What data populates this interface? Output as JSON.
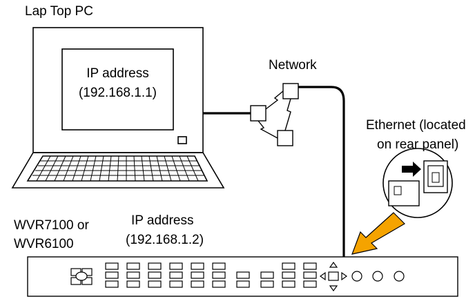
{
  "laptop": {
    "title": "Lap Top PC",
    "ip_label": "IP address",
    "ip_value": "(192.168.1.1)"
  },
  "network": {
    "label": "Network"
  },
  "ethernet": {
    "label_line1": "Ethernet (located",
    "label_line2": "on rear panel)"
  },
  "instrument": {
    "model_line1": "WVR7100 or",
    "model_line2": "WVR6100",
    "ip_label": "IP address",
    "ip_value": "(192.168.1.2)"
  },
  "colors": {
    "cable": "#000000",
    "arrow": "#f5a300",
    "outline": "#000000"
  }
}
